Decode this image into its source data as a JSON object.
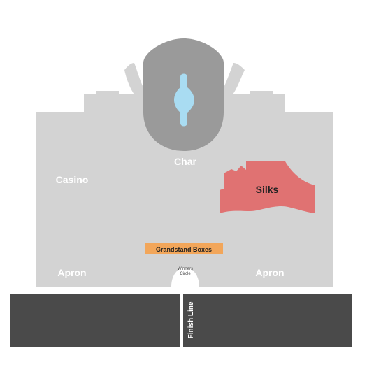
{
  "sections": {
    "char": "Char",
    "casino": "Casino",
    "silks": "Silks",
    "grandstand_boxes": "Grandstand Boxes",
    "apron_left": "Apron",
    "apron_right": "Apron",
    "winners_circle_line1": "Winners",
    "winners_circle_line2": "Circle",
    "finish_line": "Finish Line"
  },
  "colors": {
    "background": "#ffffff",
    "venue_floor": "#d3d3d3",
    "char_section": "#9a9a9a",
    "fountain": "#a9dcf2",
    "silks_section": "#e07272",
    "grandstand_boxes": "#f2a65a",
    "track": "#4a4a4a",
    "label_light": "#ffffff",
    "label_dark": "#222222"
  }
}
